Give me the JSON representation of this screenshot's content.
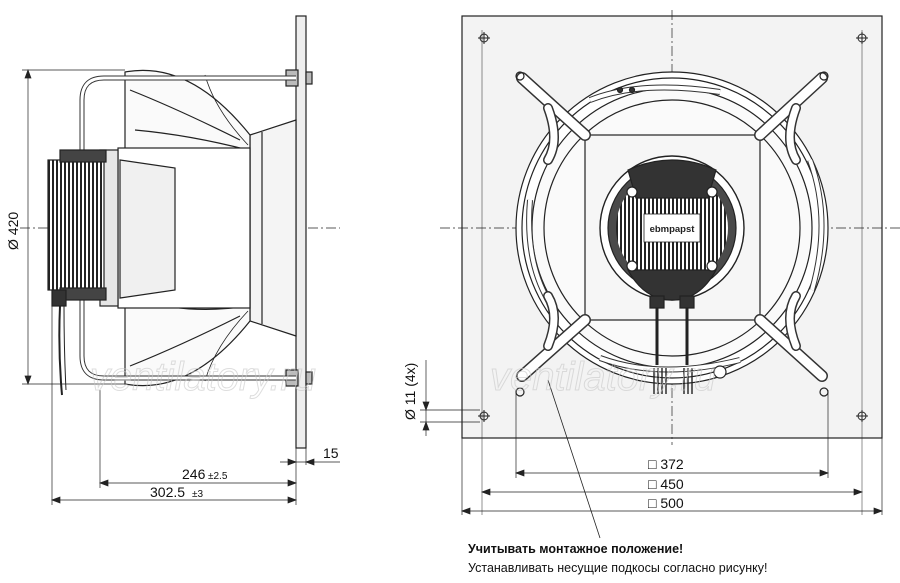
{
  "dimensions": {
    "diameter": "Ø 420",
    "hole": "Ø 11 (4x)",
    "flange_thickness": "15",
    "depth_246": "246",
    "tol_246": "±2.5",
    "depth_302": "302.5",
    "tol_302": "±3",
    "sq_372": "□ 372",
    "sq_450": "□ 450",
    "sq_500": "□ 500"
  },
  "brand_label": "ebmpapst",
  "watermark": "ventilatory.ru",
  "note": {
    "title": "Учитывать монтажное положение!",
    "text": "Устанавливать несущие подкосы согласно рисунку!"
  },
  "colors": {
    "line": "#222222",
    "plate": "#f3f3f3",
    "dark": "#333333"
  }
}
